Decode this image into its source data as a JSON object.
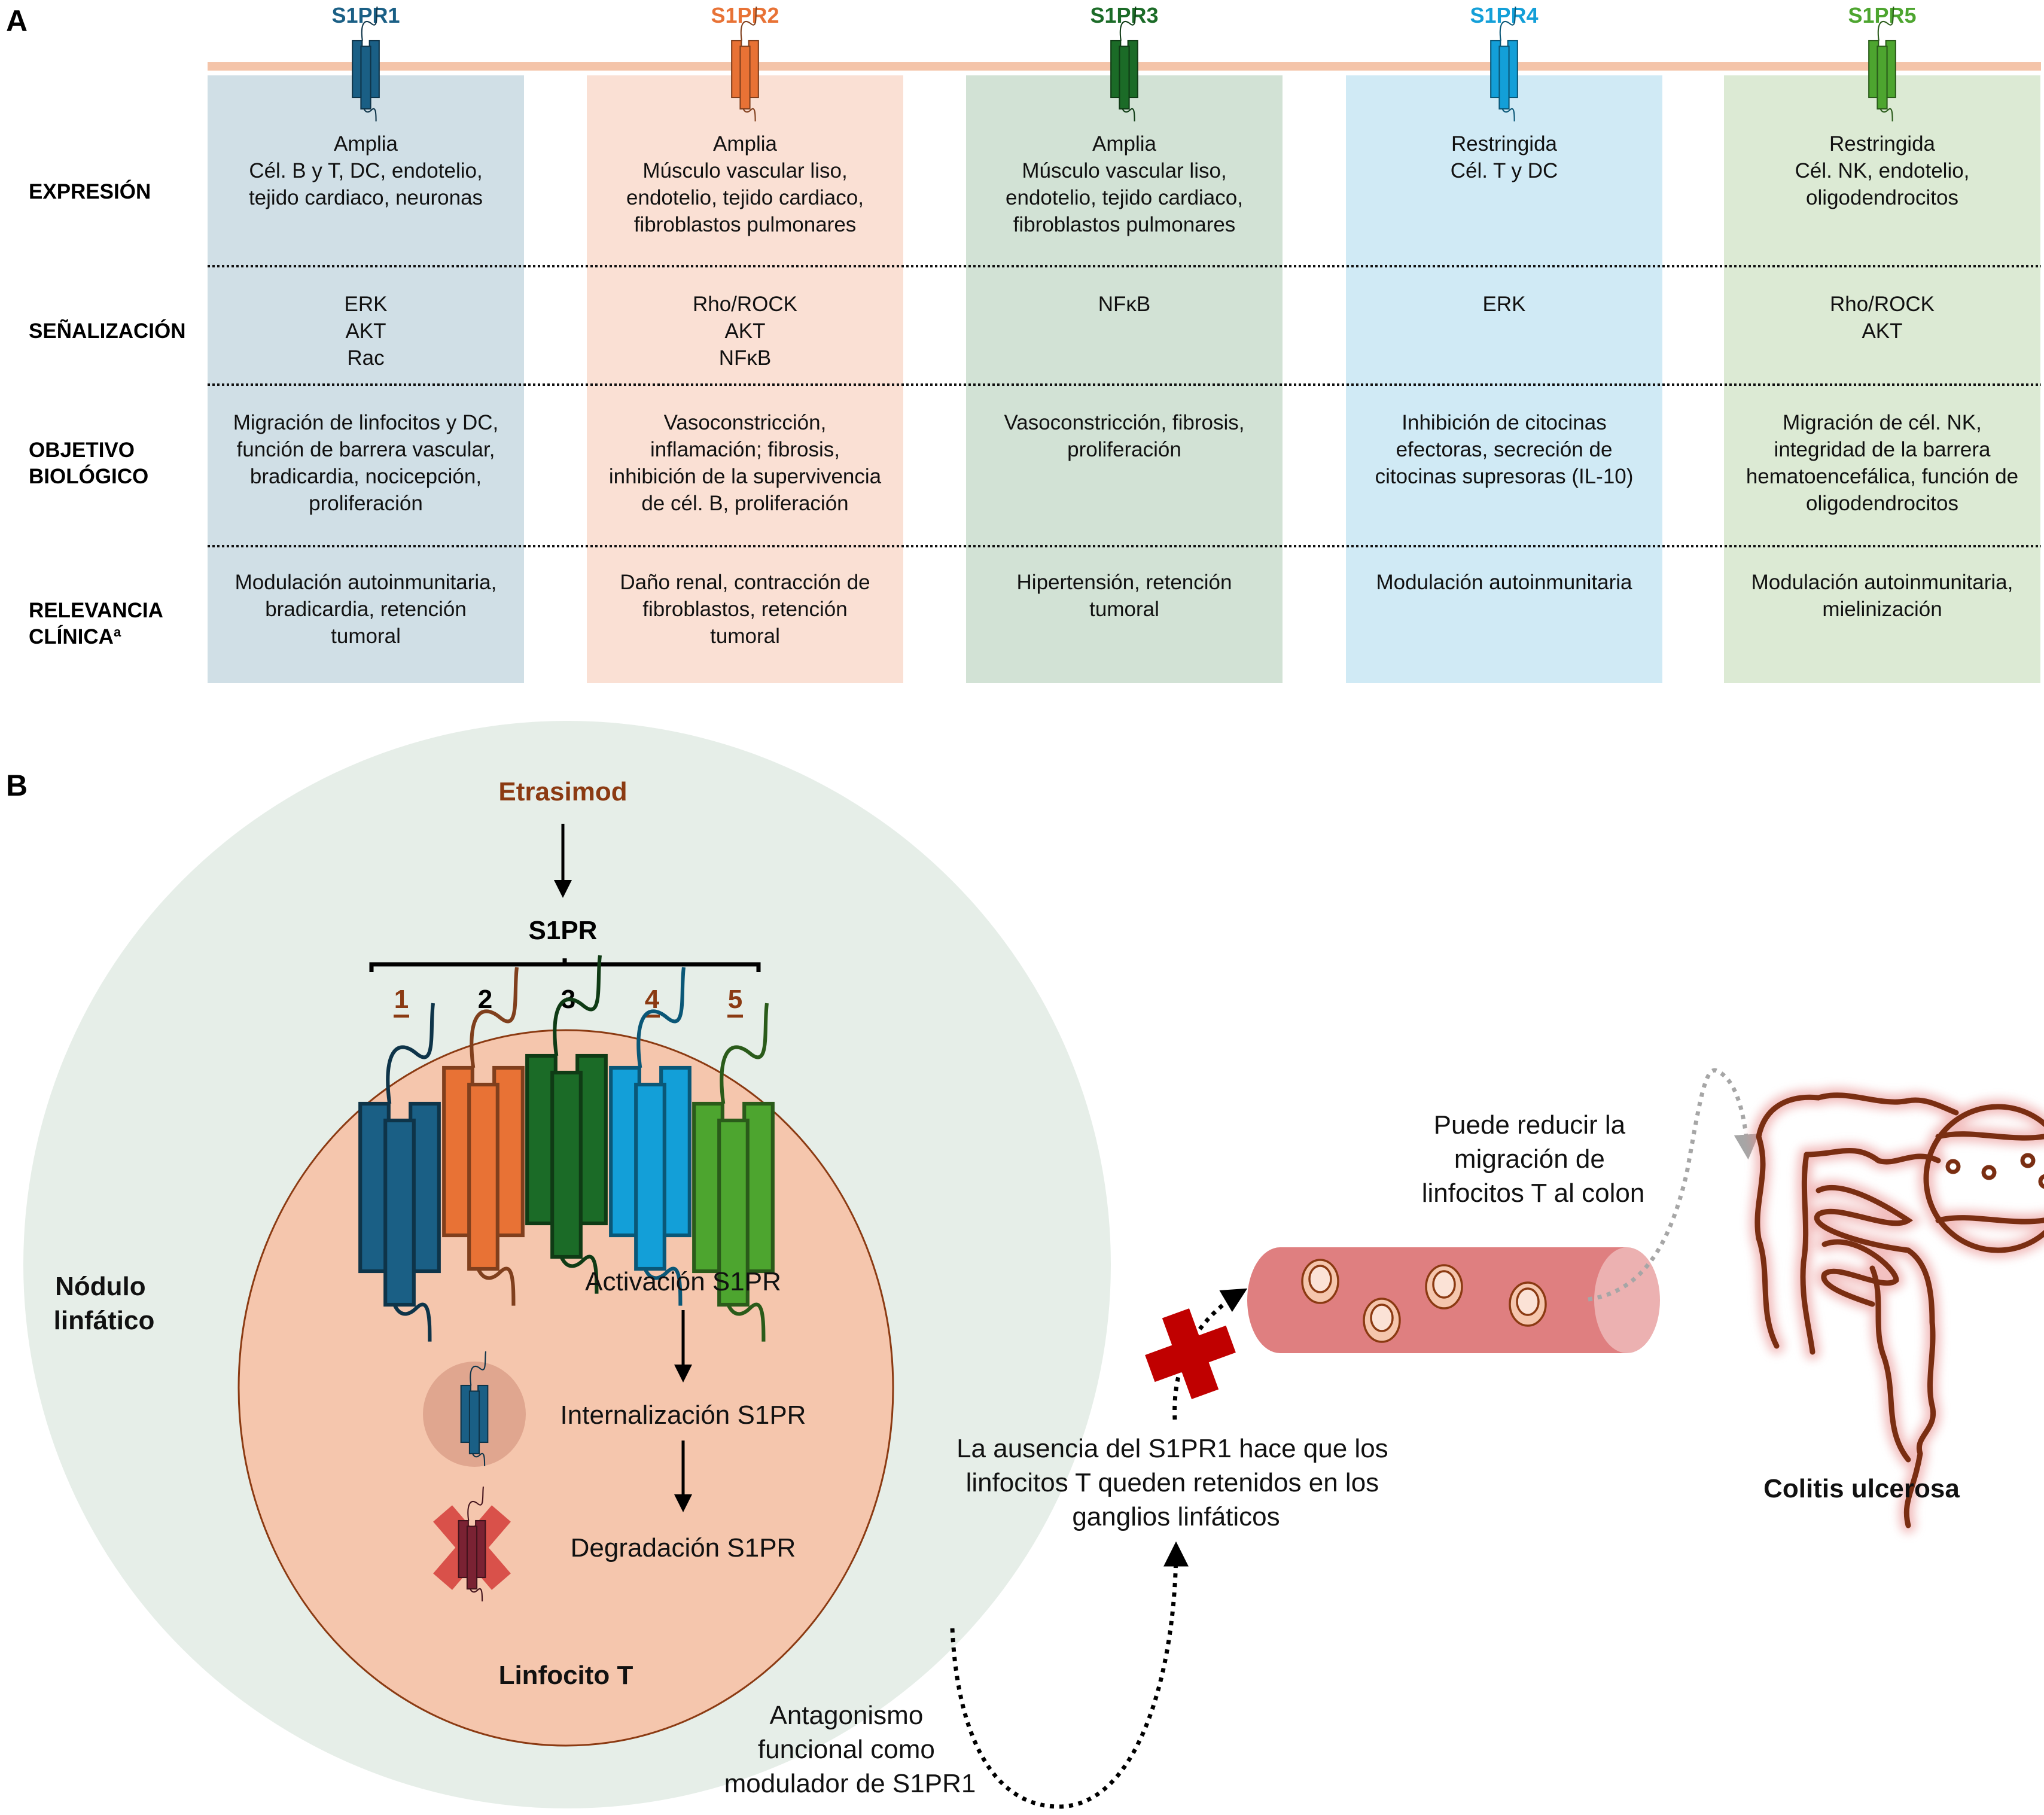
{
  "panel_a": {
    "label": "A",
    "row_labels": [
      {
        "lines": [
          "EXPRESIÓN"
        ]
      },
      {
        "lines": [
          "SEÑALIZACIÓN"
        ]
      },
      {
        "lines": [
          "OBJETIVO",
          "BIOLÓGICO"
        ]
      },
      {
        "lines": [
          "RELEVANCIA",
          "CLÍNICA"
        ],
        "superscript": "a"
      }
    ],
    "receptors": [
      {
        "name": "S1PR1",
        "color": "#1a5f85",
        "bg": "#d0dfe6",
        "expression": [
          "Amplia",
          "Cél. B y T, DC, endotelio,",
          "tejido cardiaco, neuronas"
        ],
        "signaling": [
          "ERK",
          "AKT",
          "Rac"
        ],
        "objective": [
          "Migración de linfocitos y DC,",
          "función de barrera vascular,",
          "bradicardia, nocicepción,",
          "proliferación"
        ],
        "clinical": [
          "Modulación autoinmunitaria,",
          "bradicardia, retención",
          "tumoral"
        ]
      },
      {
        "name": "S1PR2",
        "color": "#e87235",
        "bg": "#fae0d4",
        "expression": [
          "Amplia",
          "Músculo vascular liso,",
          "endotelio, tejido cardiaco,",
          "fibroblastos pulmonares"
        ],
        "signaling": [
          "Rho/ROCK",
          "AKT",
          "NFκB"
        ],
        "objective": [
          "Vasoconstricción,",
          "inflamación; fibrosis,",
          "inhibición de la supervivencia",
          "de cél. B, proliferación"
        ],
        "clinical": [
          "Daño renal, contracción de",
          "fibroblastos, retención",
          "tumoral"
        ]
      },
      {
        "name": "S1PR3",
        "color": "#1b6b27",
        "bg": "#d2e2d5",
        "expression": [
          "Amplia",
          "Músculo vascular liso,",
          "endotelio, tejido cardiaco,",
          "fibroblastos pulmonares"
        ],
        "signaling": [
          "NFκB"
        ],
        "objective": [
          "Vasoconstricción, fibrosis,",
          "proliferación"
        ],
        "clinical": [
          "Hipertensión, retención",
          "tumoral"
        ]
      },
      {
        "name": "S1PR4",
        "color": "#139fd8",
        "bg": "#d0eaf5",
        "expression": [
          "Restringida",
          "Cél. T y DC"
        ],
        "signaling": [
          "ERK"
        ],
        "objective": [
          "Inhibición de citocinas",
          "efectoras, secreción de",
          "citocinas supresoras (IL-10)"
        ],
        "clinical": [
          "Modulación autoinmunitaria"
        ]
      },
      {
        "name": "S1PR5",
        "color": "#4da52f",
        "bg": "#dcead4",
        "expression": [
          "Restringida",
          "Cél. NK, endotelio,",
          "oligodendrocitos"
        ],
        "signaling": [
          "Rho/ROCK",
          "AKT"
        ],
        "objective": [
          "Migración de cél. NK,",
          "integridad de la barrera",
          "hematoencefálica, función de",
          "oligodendrocitos"
        ],
        "clinical": [
          "Modulación autoinmunitaria,",
          "mielinización"
        ]
      }
    ],
    "membrane_color": "#f4c4a9"
  },
  "panel_b": {
    "label": "B",
    "drug": "Etrasimod",
    "drug_color": "#8b3a12",
    "receptor_family": "S1PR",
    "subtypes": [
      {
        "number": "1",
        "targeted": true
      },
      {
        "number": "2",
        "targeted": false
      },
      {
        "number": "3",
        "targeted": false
      },
      {
        "number": "4",
        "targeted": true
      },
      {
        "number": "5",
        "targeted": true
      }
    ],
    "lymph_node_label": [
      "Nódulo",
      "linfático"
    ],
    "cell_label": "Linfocito T",
    "steps": [
      "Activación S1PR",
      "Internalización S1PR",
      "Degradación S1PR"
    ],
    "antagonism_text": [
      "Antagonismo",
      "funcional como",
      "modulador de S1PR1"
    ],
    "retention_text": [
      "La ausencia del S1PR1 hace que los",
      "linfocitos T queden retenidos en los",
      "ganglios linfáticos"
    ],
    "migration_text": [
      "Puede reducir la",
      "migración de",
      "linfocitos T al colon"
    ],
    "disease_label": "Colitis ulcerosa",
    "colors": {
      "lymph_node_bg": "#e6eee8",
      "cell_fill": "#f5c6ad",
      "cell_stroke": "#8b3a12",
      "vessel": "#df7f80",
      "vessel_end": "#ecb1b1",
      "block_cross": "#c00000",
      "degradation_x": "#d9514a",
      "colon_stroke": "#7a2e12"
    }
  }
}
